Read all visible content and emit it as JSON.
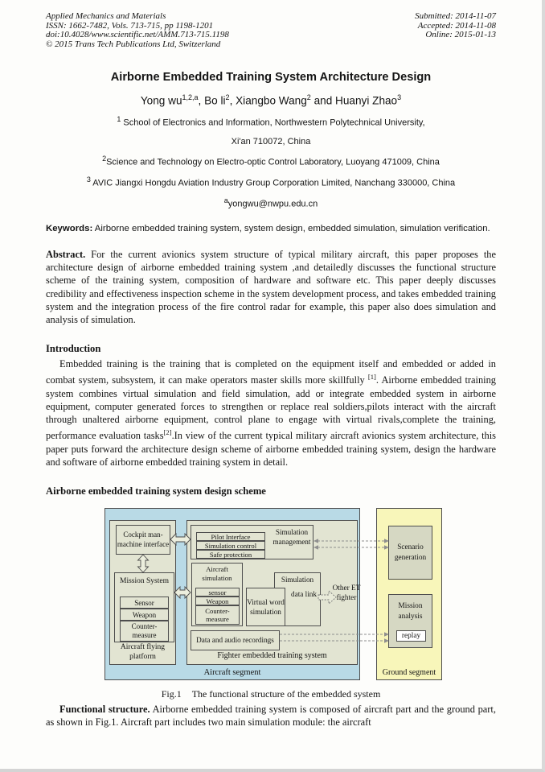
{
  "header": {
    "left": [
      "Applied Mechanics and Materials",
      "ISSN: 1662-7482, Vols. 713-715, pp 1198-1201",
      "doi:10.4028/www.scientific.net/AMM.713-715.1198",
      "© 2015 Trans Tech Publications Ltd, Switzerland"
    ],
    "right": [
      "Submitted: 2014-11-07",
      "Accepted: 2014-11-08",
      "Online: 2015-01-13"
    ]
  },
  "title": "Airborne Embedded Training System Architecture Design",
  "authors": [
    {
      "text": "Yong wu",
      "sup": "1,2,a"
    },
    {
      "text": ", Bo li",
      "sup": "2"
    },
    {
      "text": ", Xiangbo Wang",
      "sup": "2"
    },
    {
      "text": " and Huanyi Zhao",
      "sup": "3"
    }
  ],
  "affiliations": [
    {
      "sup": "1",
      "text": " School of Electronics and Information, Northwestern  Polytechnical  University,"
    },
    {
      "sup": "",
      "text": "Xi'an 710072, China"
    },
    {
      "sup": "2",
      "text": "Science and Technology on Electro-optic Control Laboratory, Luoyang 471009, China"
    },
    {
      "sup": "3",
      "text": " AVIC Jiangxi Hongdu Aviation Industry Group Corporation Limited, Nanchang 330000, China"
    },
    {
      "sup": "a",
      "text": "yongwu@nwpu.edu.cn"
    }
  ],
  "keywords": {
    "label": "Keywords:",
    "text": " Airborne embedded training system, system design, embedded simulation, simulation verification."
  },
  "abstract": {
    "label": "Abstract.",
    "text": " For the current avionics system structure of typical military aircraft, this paper proposes the architecture design of airborne embedded training system ,and detailedly discusses the functional structure scheme of the training system, composition of hardware and software etc. This paper deeply discusses credibility and effectiveness inspection scheme in the system development process, and takes embedded training system and the integration process of the fire control radar for example, this paper also does simulation and analysis of simulation."
  },
  "sections": {
    "introduction": "Introduction",
    "design_scheme": "Airborne embedded training system design scheme"
  },
  "introduction": {
    "seg1": "Embedded training is the training that is completed on the equipment itself and embedded or added in combat system, subsystem, it can make operators master skills more skillfully ",
    "ref1": "[1]",
    "seg2": ". Airborne embedded training system combines virtual simulation and field simulation, add or integrate embedded system in airborne equipment, computer generated forces to strengthen or replace real soldiers,pilots interact with the aircraft through unaltered airborne equipment, control plane to engage with virtual rivals,complete the training, performance evaluation tasks",
    "ref2": "[2]",
    "seg3": ".In view of the current typical military aircraft avionics system architecture, this paper puts forward the architecture design scheme of airborne embedded training system, design the hardware and software of airborne embedded training system in detail."
  },
  "figure": {
    "aircraft_segment": "Aircraft segment",
    "ground_segment": "Ground segment",
    "aircraft_flying_platform": "Aircraft flying platform",
    "cockpit_interface": "Cockpit man-machine interface",
    "mission_system": "Mission System",
    "sensor": "Sensor",
    "weapon": "Weapon",
    "countermeasure": "Counter-measure",
    "fighter_ets": "Fighter embedded training system",
    "simulation_management": "Simulation management",
    "pilot_interface": "Pilot Interface",
    "simulation_control": "Simulation control",
    "safe_protection": "Safe protection",
    "aircraft_simulation": "Aircraft simulation",
    "sensor_lower": "sensor",
    "weapon_lower": "Weapon",
    "countermeasure_lower": "Counter-measure",
    "virtual_word_simulation": "Virtual word simulation",
    "simulation": "Simulation",
    "data_link": "data link",
    "data_audio_recordings": "Data and audio recordings",
    "other_et_fighter": "Other ET fighter",
    "scenario_generation": "Scenario generation",
    "mission_analysis": "Mission analysis",
    "replay": "replay"
  },
  "caption": {
    "label": "Fig.1",
    "text": "The functional structure of the embedded system"
  },
  "functional": {
    "label": "Functional structure.",
    "text": " Airborne embedded training system is composed of aircraft part and the ground part, as shown in Fig.1. Aircraft part includes two main simulation module: the aircraft"
  },
  "colors": {
    "aircraft_segment_blue": "#b9dae6",
    "panel_beige": "#e2e4d2",
    "ground_yellow": "#f8f6ba",
    "ground_box_green": "#d6d8c3",
    "replay_white": "#ffffff",
    "box_border": "#4e4e4e"
  }
}
